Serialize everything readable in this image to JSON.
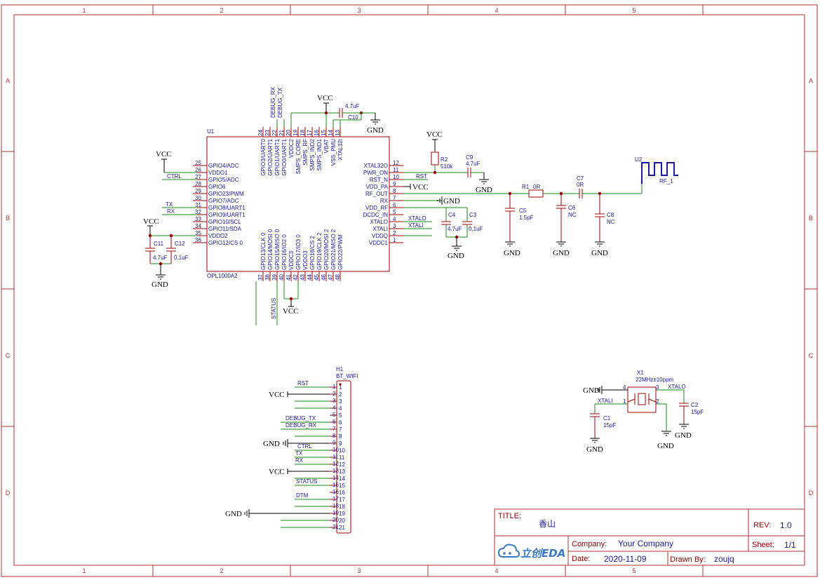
{
  "grid": {
    "cols": [
      "1",
      "2",
      "3",
      "4",
      "5"
    ],
    "rows": [
      "A",
      "B",
      "C",
      "D"
    ]
  },
  "u1": {
    "ref": "U1",
    "part": "OPL1000A2",
    "left": [
      {
        "n": "25",
        "name": "GPIO4/ADC"
      },
      {
        "n": "26",
        "name": "VDDO1"
      },
      {
        "n": "27",
        "name": "GPIO5/ADC"
      },
      {
        "n": "28",
        "name": "GPIO6"
      },
      {
        "n": "29",
        "name": "GPIO23/PWM"
      },
      {
        "n": "30",
        "name": "GPIO7/ADC"
      },
      {
        "n": "31",
        "name": "GPIO8/UART1"
      },
      {
        "n": "32",
        "name": "GPIO9/UART1"
      },
      {
        "n": "33",
        "name": "GPIO10/SCL"
      },
      {
        "n": "34",
        "name": "GPIO11/SDA"
      },
      {
        "n": "35",
        "name": "VDDO2"
      },
      {
        "n": "36",
        "name": "GPIO12/CS 0"
      }
    ],
    "right": [
      {
        "n": "12",
        "name": "XTAL32O"
      },
      {
        "n": "11",
        "name": "PWR_ON"
      },
      {
        "n": "10",
        "name": "RST_N"
      },
      {
        "n": "9",
        "name": "VDD_PA"
      },
      {
        "n": "8",
        "name": "RF_OUT"
      },
      {
        "n": "7",
        "name": "RX"
      },
      {
        "n": "6",
        "name": "VDD_RF"
      },
      {
        "n": "5",
        "name": "DCDC_IN"
      },
      {
        "n": "4",
        "name": "XTALO"
      },
      {
        "n": "3",
        "name": "XTALI"
      },
      {
        "n": "2",
        "name": "VDDQ"
      },
      {
        "n": "1",
        "name": "VDDC1"
      }
    ],
    "top": [
      {
        "n": "24",
        "name": "GPIO3/UART0"
      },
      {
        "n": "23",
        "name": "GPIO2/UART1"
      },
      {
        "n": "22",
        "name": "GPIO1/UART1"
      },
      {
        "n": "21",
        "name": "GPIO0/UART1"
      },
      {
        "n": "20",
        "name": "VDDC2"
      },
      {
        "n": "19",
        "name": "SMPS_CORE"
      },
      {
        "n": "18",
        "name": "SMPS_RF"
      },
      {
        "n": "17",
        "name": "SMPS_IND2"
      },
      {
        "n": "16",
        "name": "SMPS_IND1"
      },
      {
        "n": "15",
        "name": "VBAT"
      },
      {
        "n": "14",
        "name": "VSS_PMU"
      },
      {
        "n": "13",
        "name": "XTAL32I"
      }
    ],
    "bottom": [
      {
        "n": "37",
        "name": "GPIO13/CLK 0"
      },
      {
        "n": "38",
        "name": "GPIO14/MOSI 0"
      },
      {
        "n": "39",
        "name": "GPIO15/MISO 0"
      },
      {
        "n": "40",
        "name": "GPIO16/IO2 0"
      },
      {
        "n": "41",
        "name": "VDDC3"
      },
      {
        "n": "42",
        "name": "GPIO17/IO3 0"
      },
      {
        "n": "43",
        "name": "VDDO3"
      },
      {
        "n": "44",
        "name": "GPIO18/CS 2"
      },
      {
        "n": "45",
        "name": "GPIO19/CLK 2"
      },
      {
        "n": "46",
        "name": "GPIO20/MOSI 2"
      },
      {
        "n": "47",
        "name": "GPIO21/MISO 2"
      },
      {
        "n": "48",
        "name": "GPIO22/PWM"
      }
    ]
  },
  "h1": {
    "ref": "H1",
    "part": "BT_WIFI",
    "pins": [
      "1",
      "2",
      "3",
      "4",
      "5",
      "6",
      "7",
      "8",
      "9",
      "10",
      "11",
      "12",
      "13",
      "14",
      "15",
      "16",
      "17",
      "18",
      "19",
      "20",
      "21"
    ]
  },
  "labels": {
    "vcc": "VCC",
    "gnd": "GND",
    "debug_rx": "DEBUG_RX",
    "debug_tx": "DEBUG_TX",
    "ctrl": "CTRL",
    "tx": "TX",
    "rx": "RX",
    "rst": "RST",
    "xtalo": "XTALO",
    "xtali": "XTALI",
    "status": "STATUS",
    "dtm": "DTM",
    "rf": "RF_1"
  },
  "parts": {
    "c10": {
      "ref": "C10",
      "val": "4.7uF"
    },
    "r2": {
      "ref": "R2",
      "val": "510k"
    },
    "c9": {
      "ref": "C9",
      "val": "4.7uF"
    },
    "r1": {
      "ref": "R1",
      "val": "0R"
    },
    "c7": {
      "ref": "C7",
      "val": "0R"
    },
    "c5": {
      "ref": "C5",
      "val": "1.5pF"
    },
    "c6": {
      "ref": "C6",
      "val": "NC"
    },
    "c8": {
      "ref": "C8",
      "val": "NC"
    },
    "c4": {
      "ref": "C4",
      "val": "4.7uF"
    },
    "c3": {
      "ref": "C3",
      "val": "0.1uF"
    },
    "c11": {
      "ref": "C11",
      "val": "4.7uF"
    },
    "c12": {
      "ref": "C12",
      "val": "0.1uF"
    },
    "u2": {
      "ref": "U2"
    },
    "x1": {
      "ref": "X1",
      "val": "22MHz±10ppm",
      "p1": "1",
      "p2": "2",
      "p3": "3",
      "p4": "4"
    },
    "c1": {
      "ref": "C1",
      "val": "15pF"
    },
    "c2": {
      "ref": "C2",
      "val": "15pF"
    }
  },
  "titleblock": {
    "title_label": "TITLE:",
    "title": "香山",
    "rev_label": "REV:",
    "rev": "1.0",
    "company_label": "Company:",
    "company": "Your Company",
    "sheet_label": "Sheet:",
    "sheet": "1/1",
    "date_label": "Date:",
    "date": "2020-11-09",
    "drawn_label": "Drawn By:",
    "drawn": "zoujq",
    "logo": "立创EDA"
  }
}
